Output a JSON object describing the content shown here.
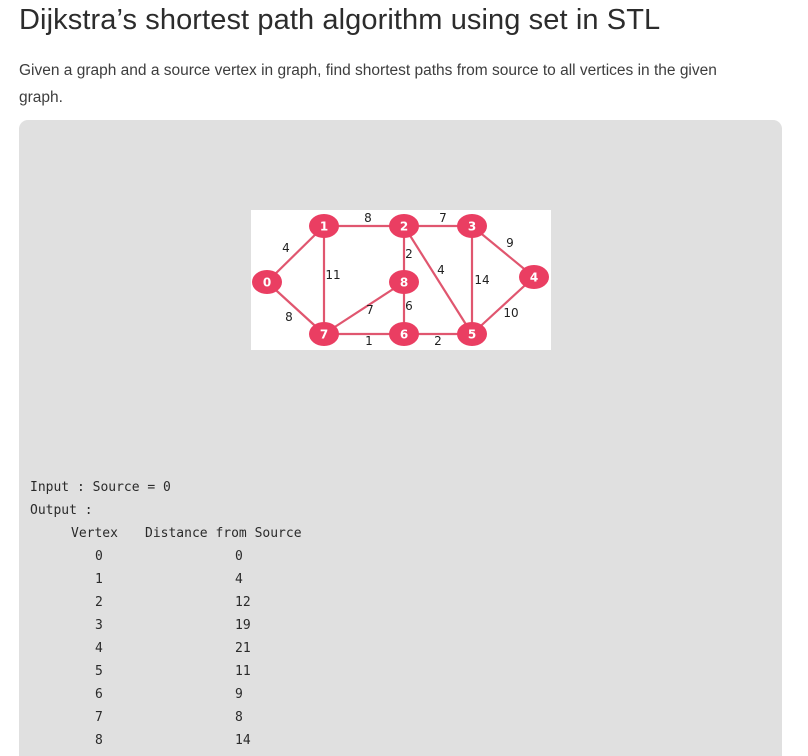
{
  "article": {
    "title": "Dijkstra’s shortest path algorithm using set in STL",
    "description": "Given a graph and a source vertex in graph, find shortest paths from source to all vertices in the given graph."
  },
  "graph": {
    "node_color": "#ea3e62",
    "edge_color": "#e0566f",
    "nodes": [
      "0",
      "1",
      "2",
      "3",
      "4",
      "5",
      "6",
      "7",
      "8"
    ],
    "edges": [
      {
        "from": "0",
        "to": "1",
        "weight": "4"
      },
      {
        "from": "0",
        "to": "7",
        "weight": "8"
      },
      {
        "from": "1",
        "to": "2",
        "weight": "8"
      },
      {
        "from": "1",
        "to": "7",
        "weight": "11"
      },
      {
        "from": "2",
        "to": "3",
        "weight": "7"
      },
      {
        "from": "2",
        "to": "8",
        "weight": "2"
      },
      {
        "from": "2",
        "to": "5",
        "weight": "4"
      },
      {
        "from": "3",
        "to": "4",
        "weight": "9"
      },
      {
        "from": "3",
        "to": "5",
        "weight": "14"
      },
      {
        "from": "4",
        "to": "5",
        "weight": "10"
      },
      {
        "from": "5",
        "to": "6",
        "weight": "2"
      },
      {
        "from": "6",
        "to": "7",
        "weight": "1"
      },
      {
        "from": "6",
        "to": "8",
        "weight": "6"
      },
      {
        "from": "7",
        "to": "8",
        "weight": "7"
      }
    ]
  },
  "example": {
    "input_line": "Input : Source = 0",
    "output_line": "Output :",
    "header_vertex": "Vertex",
    "header_distance": "Distance from Source",
    "rows": [
      {
        "vertex": "0",
        "distance": "0"
      },
      {
        "vertex": "1",
        "distance": "4"
      },
      {
        "vertex": "2",
        "distance": "12"
      },
      {
        "vertex": "3",
        "distance": "19"
      },
      {
        "vertex": "4",
        "distance": "21"
      },
      {
        "vertex": "5",
        "distance": "11"
      },
      {
        "vertex": "6",
        "distance": "9"
      },
      {
        "vertex": "7",
        "distance": "8"
      },
      {
        "vertex": "8",
        "distance": "14"
      }
    ]
  }
}
